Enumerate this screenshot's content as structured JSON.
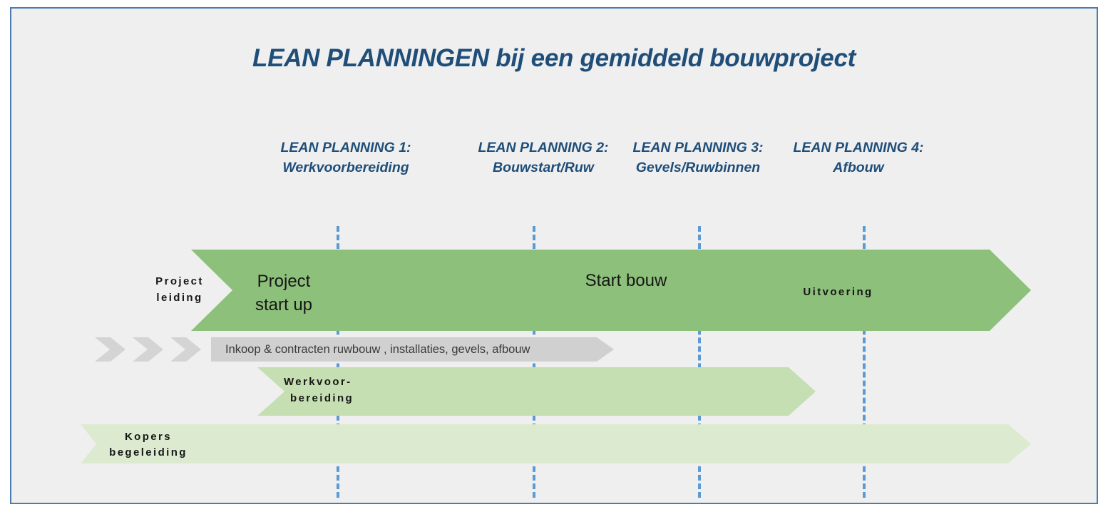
{
  "slide": {
    "title": "LEAN PLANNINGEN bij een gemiddeld bouwproject",
    "border_color": "#4A7CAF",
    "background_color": "#EFEFEF",
    "title_color": "#1F4E79"
  },
  "milestones": [
    {
      "heading": "LEAN PLANNING 1:",
      "subtitle": "Werkvoorbereiding",
      "line_color": "#5B9BD5"
    },
    {
      "heading": "LEAN PLANNING 2:",
      "subtitle": "Bouwstart/Ruw",
      "line_color": "#5B9BD5"
    },
    {
      "heading": "LEAN PLANNING 3:",
      "subtitle": "Gevels/Ruwbinnen",
      "line_color": "#5B9BD5"
    },
    {
      "heading": "LEAN PLANNING 4:",
      "subtitle": "Afbouw",
      "line_color": "#5B9BD5"
    }
  ],
  "bands": {
    "projectleiding": {
      "side_label_line1": "Project",
      "side_label_line2": "leiding",
      "color": "#8DC07A",
      "phases": [
        {
          "label_line1": "Project",
          "label_line2": "start up"
        },
        {
          "label": "Start bouw"
        },
        {
          "label": "Uitvoering"
        }
      ]
    },
    "inkoop": {
      "label": "Inkoop & contracten   ruwbouw , installaties, gevels, afbouw",
      "color": "#D0D0D0",
      "chevron_color": "#D4D4D4"
    },
    "werkvoorbereiding": {
      "label_line1": "Werkvoor-",
      "label_line2": "bereiding",
      "color": "#C5DFB3"
    },
    "kopersbegeleiding": {
      "label_line1": "Kopers",
      "label_line2": "begeleiding",
      "color": "#DCEBD0"
    }
  }
}
